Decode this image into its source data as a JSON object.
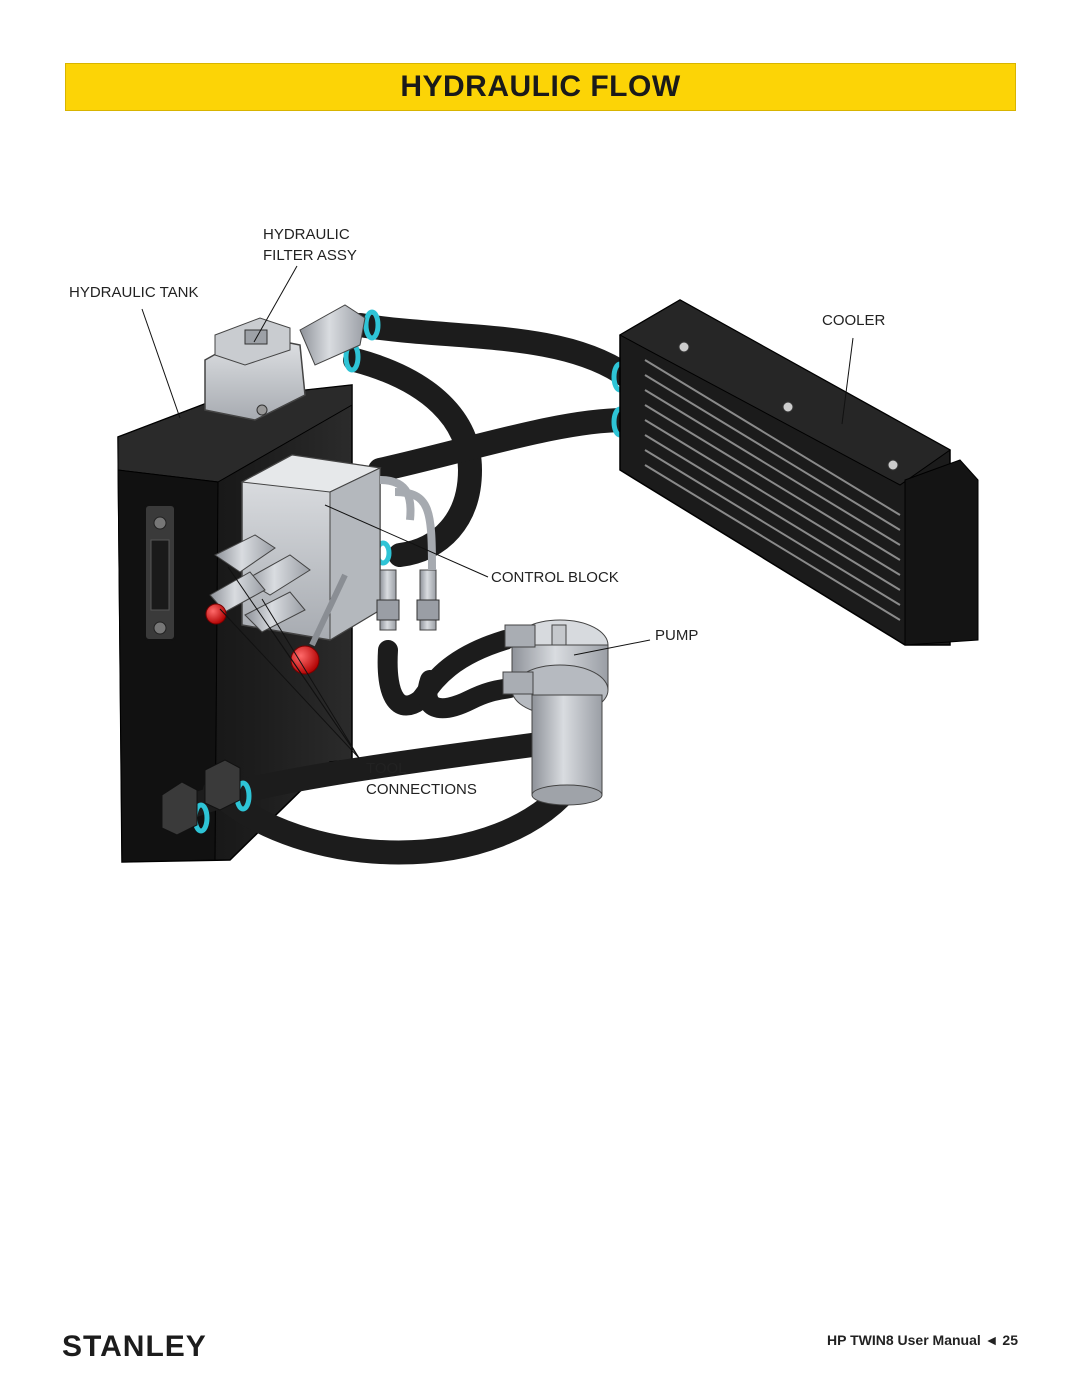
{
  "header": {
    "title": "HYDRAULIC FLOW"
  },
  "labels": {
    "filter_line1": "HYDRAULIC",
    "filter_line2": "FILTER ASSY",
    "tank": "HYDRAULIC TANK",
    "cooler": "COOLER",
    "control_block": "CONTROL BLOCK",
    "pump": "PUMP",
    "tool_line1": "TOOL",
    "tool_line2": "CONNECTIONS"
  },
  "footer": {
    "brand": "STANLEY",
    "manual": "HP TWIN8 User Manual",
    "page_marker": "◄",
    "page_number": "25"
  },
  "colors": {
    "title_bar": "#fcd406",
    "hose": "#1e1e1e",
    "hose_clamp": "#2ec4d6",
    "valve_handle": "#d61a1a",
    "metal": "#b8bcc2"
  }
}
